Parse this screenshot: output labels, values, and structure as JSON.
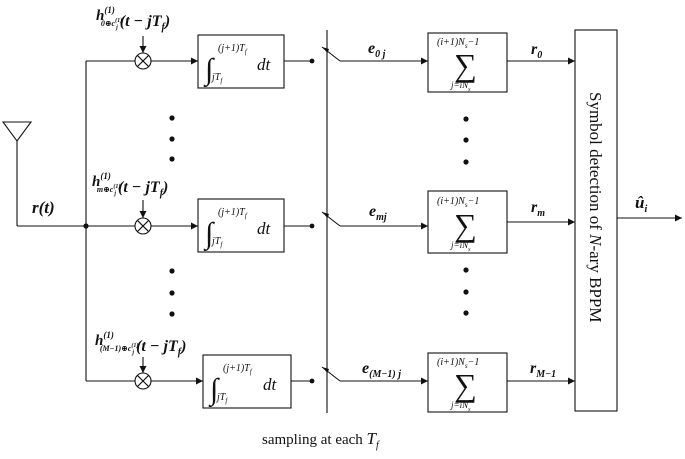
{
  "input": {
    "signal": "r(t)"
  },
  "branches": [
    {
      "id": "0",
      "template_main": "h",
      "template_sup": "(1)",
      "template_sub": "0⊕c",
      "template_sub_sup": "(1)",
      "template_sub_sub": "j",
      "template_arg": "(t − jT",
      "template_arg_sub": "f",
      "template_arg_end": ")",
      "energy_main": "e",
      "energy_sub": "0 j",
      "output_main": "r",
      "output_sub": "0"
    },
    {
      "id": "m",
      "template_main": "h",
      "template_sup": "(1)",
      "template_sub": "m⊕c",
      "template_sub_sup": "(1)",
      "template_sub_sub": "j",
      "template_arg": "(t − jT",
      "template_arg_sub": "f",
      "template_arg_end": ")",
      "energy_main": "e",
      "energy_sub": "mj",
      "output_main": "r",
      "output_sub": "m"
    },
    {
      "id": "M-1",
      "template_main": "h",
      "template_sup": "(1)",
      "template_sub": "(M−1)⊕c",
      "template_sub_sup": "(1)",
      "template_sub_sub": "j",
      "template_arg": "(t − jT",
      "template_arg_sub": "f",
      "template_arg_end": ")",
      "energy_main": "e",
      "energy_sub": "(M−1) j",
      "output_main": "r",
      "output_sub": "M−1"
    }
  ],
  "integrator": {
    "sign": "∫",
    "upper": "(j+1)T",
    "upper_sub": "f",
    "lower": "jT",
    "lower_sub": "f",
    "dt": "dt"
  },
  "summation": {
    "sign": "∑",
    "upper": "(i+1)N",
    "upper_sub": "s",
    "upper_end": "−1",
    "lower": "j=iN",
    "lower_sub": "s"
  },
  "multiplier_symbol": "⊗",
  "ellipsis_dot": "•",
  "detector": {
    "label_part1": "Symbol detection of ",
    "label_italic": "N",
    "label_part2": "-ary BPPM"
  },
  "output": {
    "symbol": "û",
    "symbol_sub": "i"
  },
  "sampler_caption": {
    "text": "sampling at each ",
    "symbol": "T",
    "symbol_sub": "f"
  }
}
